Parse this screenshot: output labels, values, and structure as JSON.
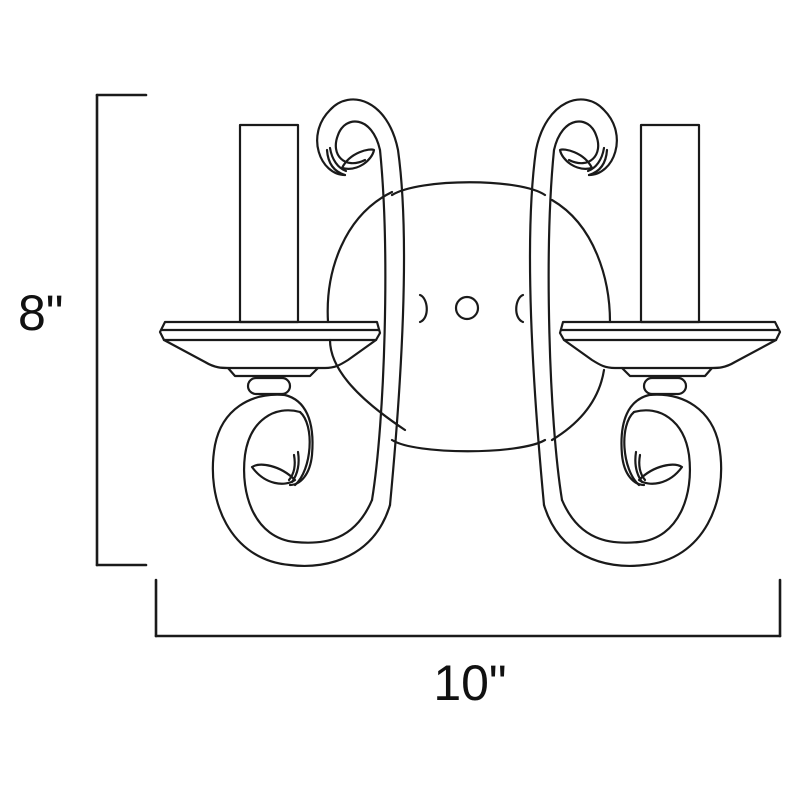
{
  "diagram": {
    "subject": "Two-light wall sconce",
    "line_color": "#1a1a1a",
    "background": "#ffffff",
    "dimensions": {
      "height": {
        "label": "8\"",
        "value_inches": 8
      },
      "width": {
        "label": "10\"",
        "value_inches": 10
      }
    },
    "components": [
      "round backplate",
      "left scroll arm",
      "right scroll arm",
      "left candle sleeve",
      "right candle sleeve",
      "left bobeche cup",
      "right bobeche cup"
    ]
  }
}
